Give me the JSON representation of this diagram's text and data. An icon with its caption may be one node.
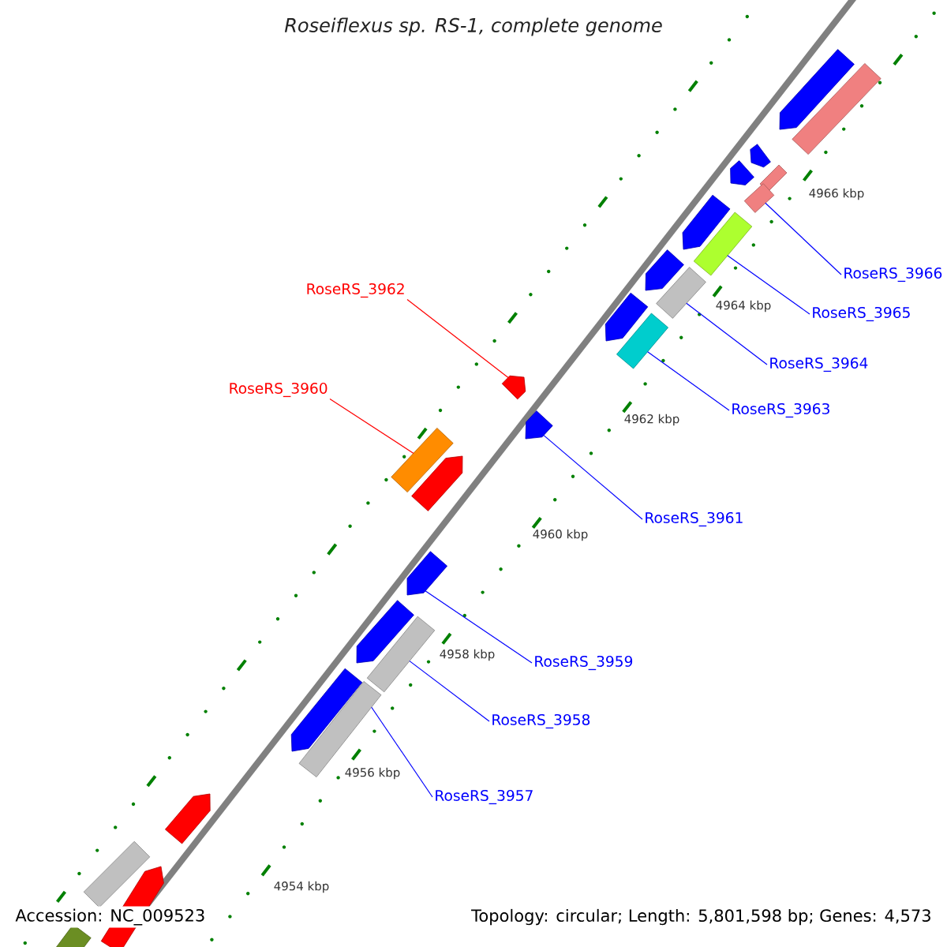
{
  "diagram": {
    "title": "*Roseiflexus sp. RS-1, complete genome*",
    "nodes": [
      {
        "text": [
          "RoseRS_3966"
        ]
      },
      {
        "text": [
          "RoseRS_3962"
        ]
      },
      {
        "text": [
          "RoseRS_3965"
        ]
      },
      {
        "text": [
          "RoseRS_3964"
        ]
      },
      {
        "text": [
          "RoseRS_3960"
        ]
      },
      {
        "text": [
          "RoseRS_3963"
        ]
      },
      {
        "text": [
          "RoseRS_3961"
        ]
      },
      {
        "text": [
          "RoseRS_3959"
        ]
      },
      {
        "text": [
          "RoseRS_3958"
        ]
      },
      {
        "text": [
          "RoseRS_3957"
        ]
      },
      {
        "text": [],
        "shape": "pentagon"
      },
      {
        "text": [],
        "shape": "box"
      },
      {
        "text": [],
        "shape": "pentagon"
      },
      {
        "text": [],
        "shape": "pentagon"
      },
      {
        "text": [],
        "shape": "box"
      },
      {
        "text": [],
        "shape": "box"
      },
      {
        "text": [],
        "shape": "pentagon"
      },
      {
        "text": [],
        "shape": "box"
      },
      {
        "text": [],
        "shape": "pentagon"
      },
      {
        "text": [],
        "shape": "box"
      },
      {
        "text": [],
        "shape": "pentagon"
      },
      {
        "text": [],
        "shape": "box"
      },
      {
        "text": [],
        "shape": "pentagon"
      },
      {
        "text": [],
        "shape": "pentagon"
      },
      {
        "text": [],
        "shape": "pentagon"
      },
      {
        "text": [],
        "shape": "box"
      },
      {
        "text": [],
        "shape": "pentagon"
      },
      {
        "text": [],
        "shape": "box"
      },
      {
        "text": [],
        "shape": "pentagon"
      },
      {
        "text": [],
        "shape": "box"
      },
      {
        "text": [],
        "shape": "pentagon"
      },
      {
        "text": [],
        "shape": "pentagon"
      },
      {
        "text": [],
        "shape": "box"
      },
      {
        "text": [],
        "shape": "pentagon"
      },
      {
        "text": [],
        "shape": "box"
      }
    ],
    "edges": [
      {
        "from": 0,
        "to": 15,
        "arrow": "none"
      },
      {
        "from": 1,
        "to": 28,
        "arrow": "none",
        "color": "#ff0000"
      },
      {
        "from": 2,
        "to": 17,
        "arrow": "none"
      },
      {
        "from": 3,
        "to": 19,
        "arrow": "none"
      },
      {
        "from": 4,
        "to": 29,
        "arrow": "none",
        "color": "#ff0000"
      },
      {
        "from": 5,
        "to": 21,
        "arrow": "none"
      },
      {
        "from": 6,
        "to": 22,
        "arrow": "none"
      },
      {
        "from": 7,
        "to": 23,
        "arrow": "none"
      },
      {
        "from": 8,
        "to": 25,
        "arrow": "none"
      },
      {
        "from": 9,
        "to": 27,
        "arrow": "none"
      }
    ],
    "labels": [
      "4966 kbp",
      "4964 kbp",
      "4962 kbp",
      "4960 kbp",
      "4958 kbp",
      "4956 kbp",
      "4954 kbp",
      "Accession: NC_009523",
      "Topology: circular; Length: 5,801,598 bp; Genes: 4,573"
    ]
  }
}
